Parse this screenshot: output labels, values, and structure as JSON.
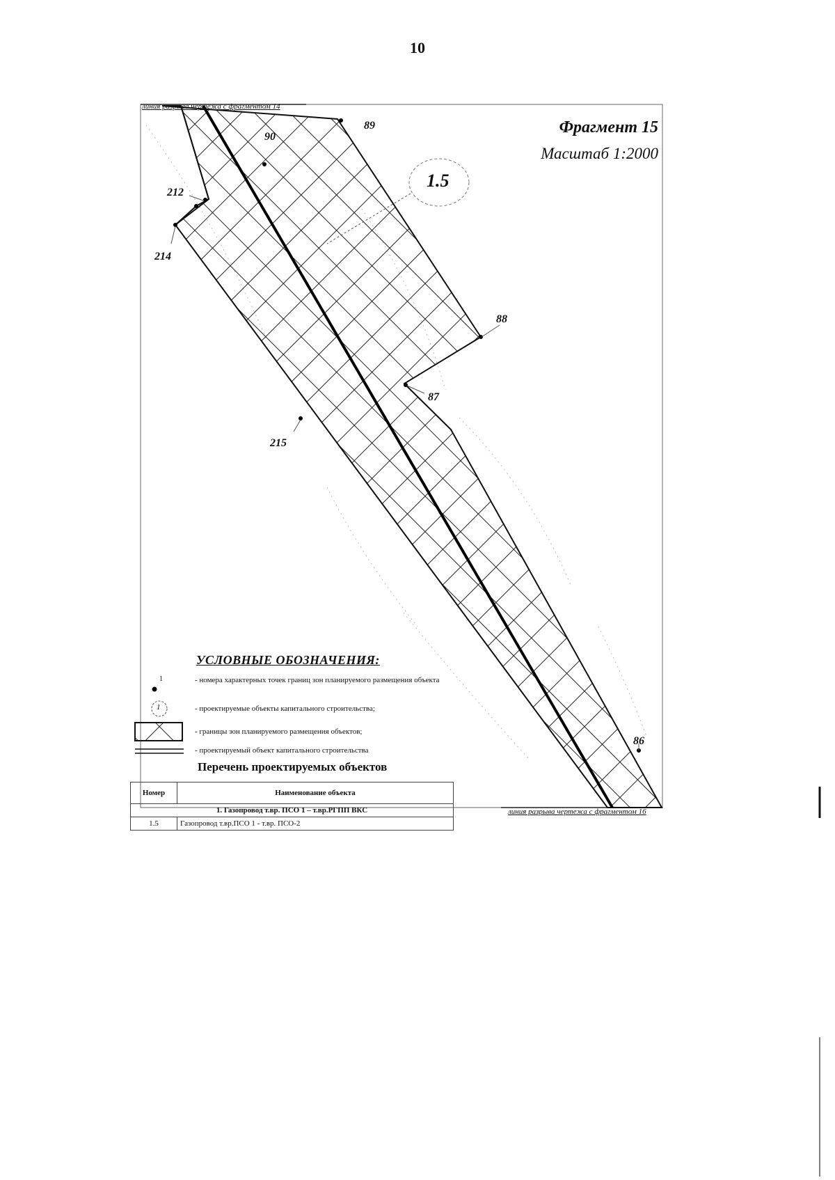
{
  "page_number": "10",
  "fragment": {
    "title": "Фрагмент 15",
    "scale": "Масштаб 1:2000"
  },
  "break_lines": {
    "top": "линия разрыва чертежа с фрагментом 14",
    "bottom": "линия разрыва чертежа с фрагментом 16"
  },
  "points": [
    "89",
    "90",
    "212",
    "214",
    "88",
    "87",
    "215",
    "86"
  ],
  "object_label": "1.5",
  "legend": {
    "title": "УСЛОВНЫЕ ОБОЗНАЧЕНИЯ:",
    "point_symbol": "1",
    "object_symbol": "1",
    "items": [
      "- номера характерных точек границ зон планируемого размещения объекта",
      "- проектируемые объекты капитального строительства;",
      "- границы зон планируемого размещения объектов;",
      "- проектируемый объект капитального строительства"
    ]
  },
  "objects_list": {
    "title": "Перечень проектируемых объектов",
    "headers": [
      "Номер",
      "Наименование объекта"
    ],
    "group": "1. Газопровод т.вр. ПСО 1 – т.вр.РГПП ВКС",
    "rows": [
      {
        "number": "1.5",
        "name": "Газопровод т.вр.ПСО 1 - т.вр. ПСО-2"
      }
    ]
  }
}
